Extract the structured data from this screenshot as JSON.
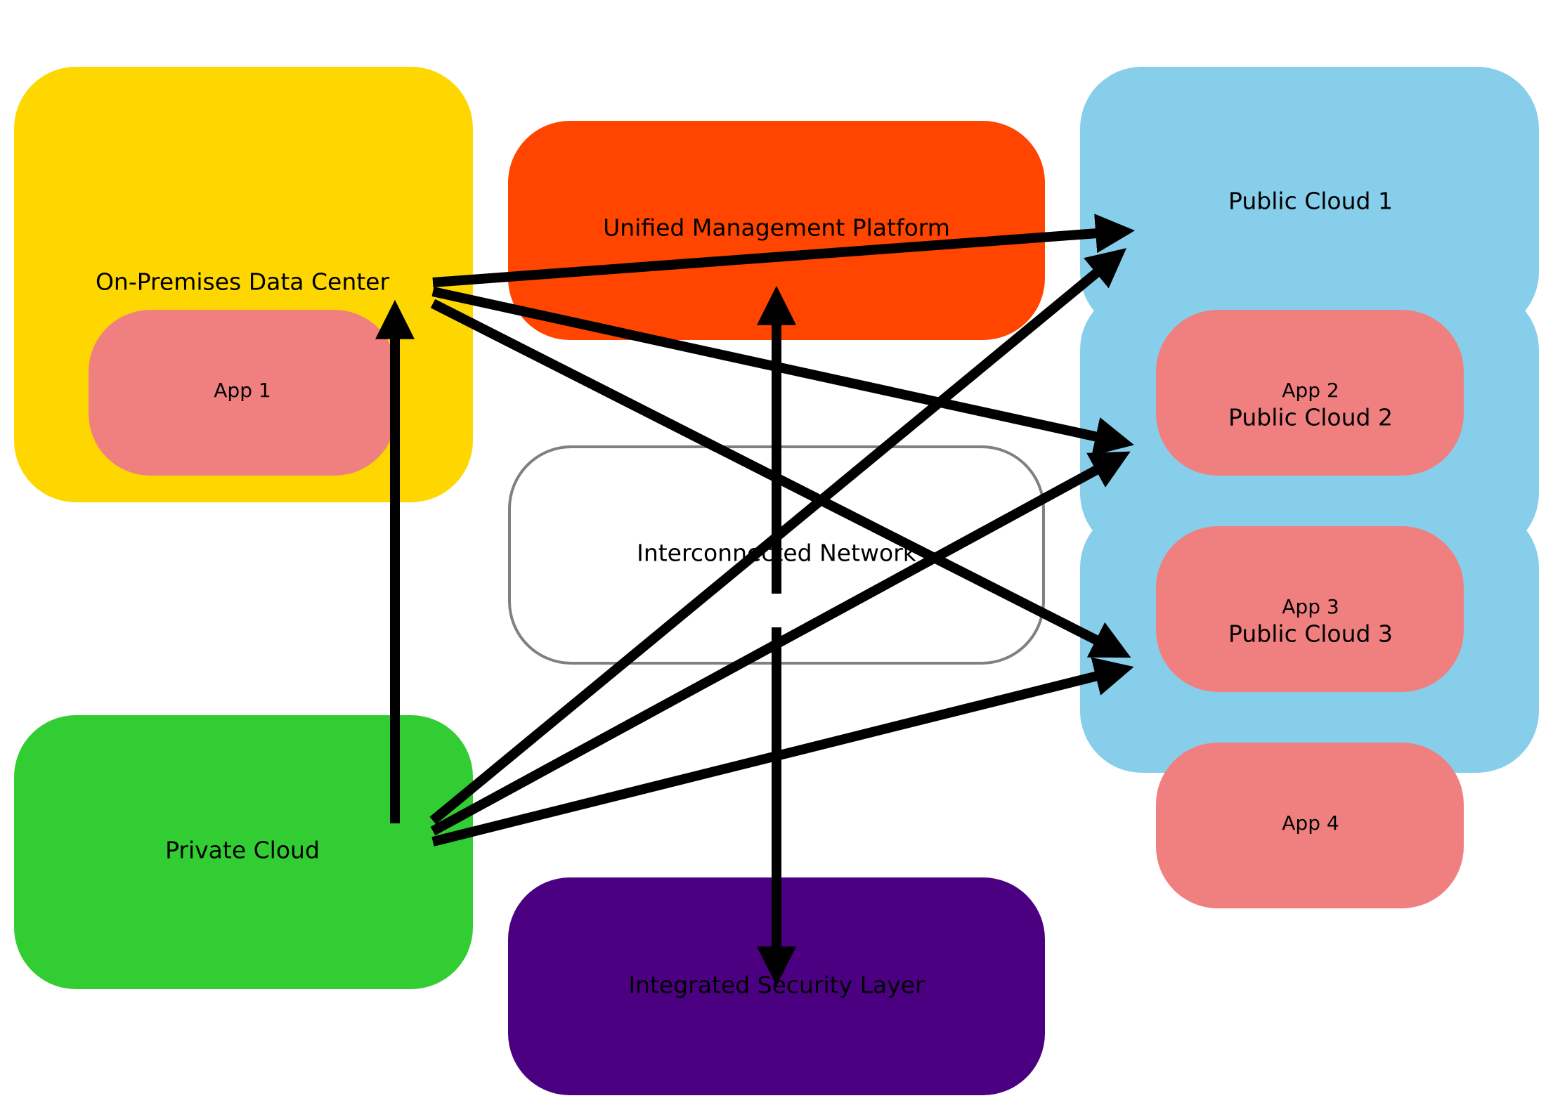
{
  "nodes": {
    "on_premises": {
      "label": "On-Premises Data Center",
      "color": "#FFD700"
    },
    "private_cloud": {
      "label": "Private Cloud",
      "color": "#32CD32"
    },
    "management": {
      "label": "Unified Management Platform",
      "color": "#FF4500"
    },
    "network": {
      "label": "Interconnected Network",
      "color": "#FFFFFF",
      "border": "#808080"
    },
    "security": {
      "label": "Integrated Security Layer",
      "color": "#4B0082"
    },
    "public_cloud_1": {
      "label": "Public Cloud 1",
      "color": "#87CEEB"
    },
    "public_cloud_2": {
      "label": "Public Cloud 2",
      "color": "#87CEEB"
    },
    "public_cloud_3": {
      "label": "Public Cloud 3",
      "color": "#87CEEB"
    }
  },
  "apps": {
    "app1": {
      "label": "App 1",
      "color": "#F08080"
    },
    "app2": {
      "label": "App 2",
      "color": "#F08080"
    },
    "app3": {
      "label": "App 3",
      "color": "#F08080"
    },
    "app4": {
      "label": "App 4",
      "color": "#F08080"
    }
  },
  "edges": [
    {
      "from": "on_premises",
      "to": "public_cloud_1"
    },
    {
      "from": "on_premises",
      "to": "public_cloud_2"
    },
    {
      "from": "on_premises",
      "to": "public_cloud_3"
    },
    {
      "from": "private_cloud",
      "to": "public_cloud_1"
    },
    {
      "from": "private_cloud",
      "to": "public_cloud_2"
    },
    {
      "from": "private_cloud",
      "to": "public_cloud_3"
    },
    {
      "from": "private_cloud",
      "to": "on_premises"
    },
    {
      "from": "network",
      "to": "management"
    },
    {
      "from": "network",
      "to": "security"
    }
  ],
  "colors": {
    "arrow": "#000000"
  }
}
